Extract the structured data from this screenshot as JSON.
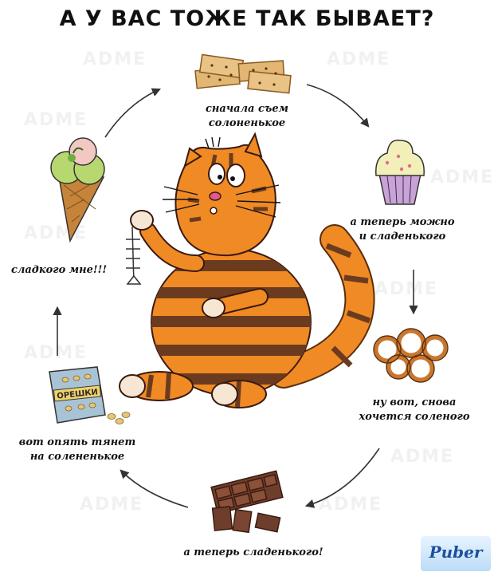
{
  "title": "А У ВАС ТОЖЕ ТАК БЫВАЕТ?",
  "captions": {
    "crackers": [
      "сначала съем",
      "солоненькое"
    ],
    "cupcake": [
      "а теперь можно",
      "и сладенького"
    ],
    "pretzels": [
      "ну вот, снова",
      "хочется соленого"
    ],
    "chocolate": [
      "а теперь сладенького!"
    ],
    "nuts": [
      "вот опять тянет",
      "на солененькое"
    ],
    "icecream": [
      "сладкого мне!!!"
    ]
  },
  "nuts_bag_label": "ОРЕШКИ",
  "watermark": "ADME",
  "logo_text": "Puber",
  "colors": {
    "cat_orange": "#f08a24",
    "cat_stripe": "#6b3b1f",
    "chocolate": "#6e3e2c",
    "cracker": "#e2b673",
    "pretzel": "#c9772e",
    "cupcake_cream": "#f3efb8",
    "cupcake_base": "#c9a2d9",
    "icecream_green": "#b7d86f",
    "icecream_pink": "#f3c7c2",
    "cone": "#c5843a",
    "nuts_bag": "#a9c3d6"
  }
}
